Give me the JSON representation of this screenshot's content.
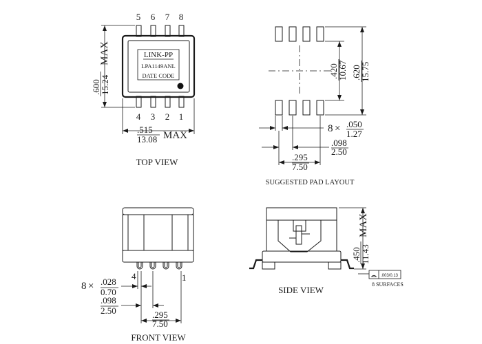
{
  "top_view": {
    "caption": "TOP VIEW",
    "pins_top": [
      "5",
      "6",
      "7",
      "8"
    ],
    "pins_bottom": [
      "4",
      "3",
      "2",
      "1"
    ],
    "brand": "LINK-PP",
    "part_number": "LPA1149ANL",
    "date_code": "DATE CODE",
    "height_in": ".600",
    "height_mm": "15.24",
    "height_max": "MAX",
    "width_in": ".515",
    "width_mm": "13.08",
    "width_max": "MAX"
  },
  "pad_layout": {
    "caption": "SUGGESTED PAD LAYOUT",
    "inner_in": ".420",
    "inner_mm": "10.67",
    "outer_in": ".620",
    "outer_mm": "15.75",
    "pad_count": "8",
    "pad_width_in": ".050",
    "pad_width_mm": "1.27",
    "pitch_in": ".098",
    "pitch_mm": "2.50",
    "span_in": ".295",
    "span_mm": "7.50"
  },
  "front_view": {
    "caption": "FRONT VIEW",
    "pin_left": "4",
    "pin_right": "1",
    "lead_count": "8",
    "lead_in": ".028",
    "lead_mm": "0.70",
    "pitch_in": ".098",
    "pitch_mm": "2.50",
    "span_in": ".295",
    "span_mm": "7.50"
  },
  "side_view": {
    "caption": "SIDE VIEW",
    "height_in": ".450",
    "height_mm": "11.43",
    "height_max": "MAX",
    "flatness_value": ".003/0.13",
    "surfaces_note": "8 SURFACES"
  }
}
